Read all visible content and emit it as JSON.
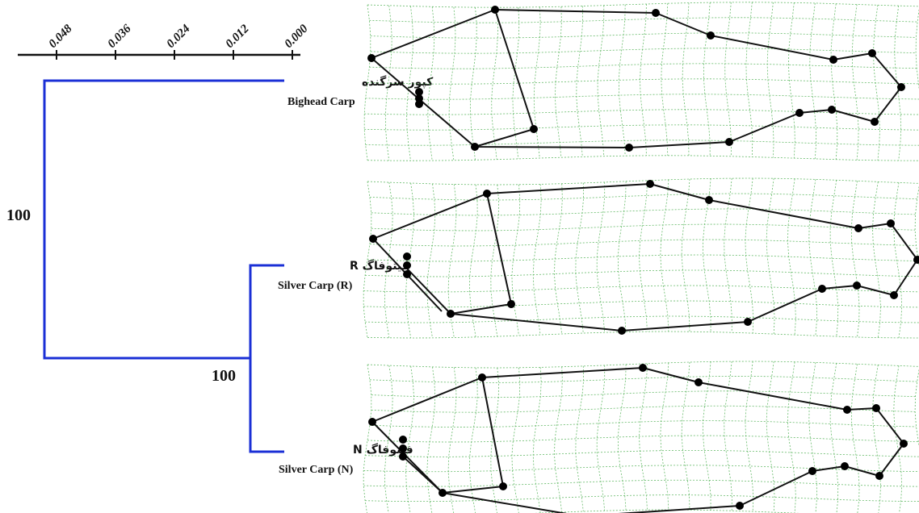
{
  "scale": {
    "ticks": [
      "0.048",
      "0.036",
      "0.024",
      "0.012",
      "0.000"
    ]
  },
  "tree": {
    "supports": [
      "100",
      "100"
    ],
    "taxa": [
      {
        "name": "کپور سرگنده",
        "sub": "Bighead Carp"
      },
      {
        "name": "فیتوفاگ R",
        "sub": "Silver Carp (R)"
      },
      {
        "name": "فیتوفاگ N",
        "sub": "Silver Carp (N)"
      }
    ]
  },
  "colors": {
    "branch": "#1a2fd6",
    "grid": "#4caf50",
    "outline": "#111111"
  }
}
